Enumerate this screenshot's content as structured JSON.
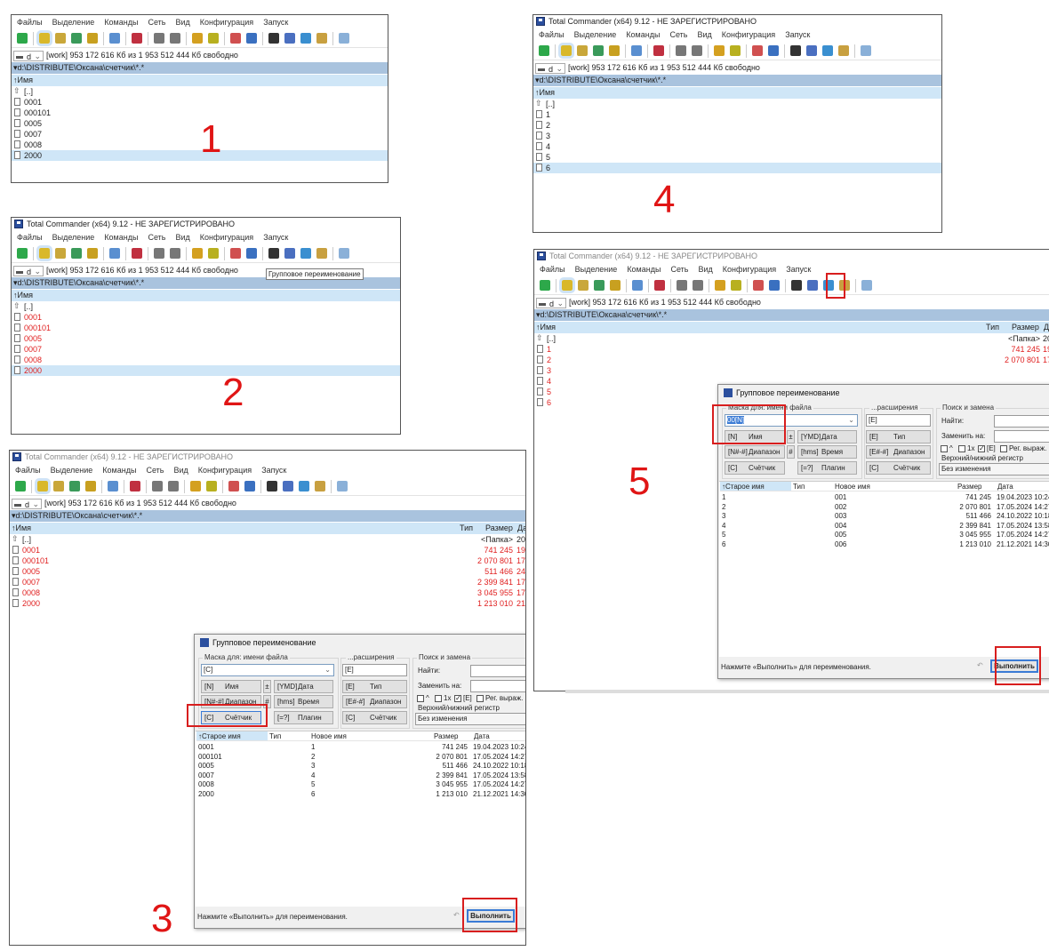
{
  "app_title": "Total Commander (x64) 9.12 - НЕ ЗАРЕГИСТРИРОВАНО",
  "menu": [
    "Файлы",
    "Выделение",
    "Команды",
    "Сеть",
    "Вид",
    "Конфигурация",
    "Запуск"
  ],
  "toolbar_icons": [
    "refresh-icon",
    "|",
    "brief-view-icon",
    "detailed-view-icon",
    "thumbnails-icon",
    "tree-view-icon",
    "|",
    "compare-icon",
    "|",
    "select-icon",
    "|",
    "back-arrow-icon",
    "forward-arrow-icon",
    "|",
    "pack-icon",
    "unpack-icon",
    "|",
    "ftp-icon",
    "url-icon",
    "|",
    "search-binoculars-icon",
    "multi-rename-icon",
    "sync-dirs-icon",
    "copy-names-icon",
    "|",
    "notepad-icon"
  ],
  "drive": {
    "letter": "d",
    "info": "[work]  953 172 616 Кб из 1 953 512 444 Кб свободно"
  },
  "path": "d:\\DISTRIBUTE\\Оксана\\счетчик\\*.*",
  "columns": {
    "name": "↑Имя",
    "type": "Тип",
    "size": "Размер",
    "date": "Да"
  },
  "parent_dir": "[..]",
  "tooltip": "Групповое переименование",
  "panels": [
    {
      "label": "1",
      "selected": 6,
      "files": [
        {
          "name": "0001"
        },
        {
          "name": "000101"
        },
        {
          "name": "0005"
        },
        {
          "name": "0007"
        },
        {
          "name": "0008"
        },
        {
          "name": "2000"
        }
      ]
    },
    {
      "label": "2",
      "selected": 6,
      "files": [
        {
          "name": "0001"
        },
        {
          "name": "000101"
        },
        {
          "name": "0005"
        },
        {
          "name": "0007"
        },
        {
          "name": "0008"
        },
        {
          "name": "2000"
        }
      ]
    },
    {
      "label": "3",
      "selected": -1,
      "parent_size": "<Папка>",
      "parent_date": "20.",
      "files": [
        {
          "name": "0001",
          "size": "741 245",
          "date": "19."
        },
        {
          "name": "000101",
          "size": "2 070 801",
          "date": "17."
        },
        {
          "name": "0005",
          "size": "511 466",
          "date": "24."
        },
        {
          "name": "0007",
          "size": "2 399 841",
          "date": "17."
        },
        {
          "name": "0008",
          "size": "3 045 955",
          "date": "17."
        },
        {
          "name": "2000",
          "size": "1 213 010",
          "date": "21."
        }
      ]
    },
    {
      "label": "4",
      "selected": 6,
      "files": [
        {
          "name": "1"
        },
        {
          "name": "2"
        },
        {
          "name": "3"
        },
        {
          "name": "4"
        },
        {
          "name": "5"
        },
        {
          "name": "6"
        }
      ]
    },
    {
      "label": "5",
      "selected": -1,
      "parent_size": "<Папка>",
      "parent_date": "20",
      "files": [
        {
          "name": "1",
          "size": "741 245",
          "date": "19"
        },
        {
          "name": "2",
          "size": "2 070 801",
          "date": "17"
        },
        {
          "name": "3"
        },
        {
          "name": "4"
        },
        {
          "name": "5"
        },
        {
          "name": "6"
        }
      ]
    }
  ],
  "dialog_common": {
    "title": "Групповое переименование",
    "mask_label": "Маска для: имени файла",
    "ext_label": "...расширения",
    "ext_value": "[E]",
    "search_label": "Поиск и замена",
    "find_label": "Найти:",
    "replace_label": "Заменить на:",
    "checkboxes": [
      {
        "label": "^",
        "checked": false
      },
      {
        "label": "1x",
        "checked": false
      },
      {
        "label": "[E]",
        "checked": true
      },
      {
        "label": "Рег. выраж.",
        "checked": false
      }
    ],
    "case_label": "Верхний/нижний регистр",
    "case_value": "Без изменения",
    "plus_minus": "±",
    "hash": "#",
    "buttons": {
      "name": [
        "[N]",
        "Имя"
      ],
      "date": [
        "[YMD]",
        "Дата"
      ],
      "range": [
        "[N#-#]",
        "Диапазон"
      ],
      "time": [
        "[hms]",
        "Время"
      ],
      "counter": [
        "[C]",
        "Счётчик"
      ],
      "plugin": [
        "[=?]",
        "Плагин"
      ],
      "ext_type": [
        "[E]",
        "Тип"
      ],
      "ext_range": [
        "[E#-#]",
        "Диапазон"
      ],
      "ext_counter": [
        "[C]",
        "Счётчик"
      ]
    },
    "list_headers": [
      "↑Старое имя",
      "Тип",
      "Новое имя",
      "Размер",
      "Дата"
    ],
    "footer_text": "Нажмите «Выполнить» для переименования.",
    "run_label": "Выполнить"
  },
  "dialogs": [
    {
      "mask_value": "[C]",
      "rows": [
        [
          "0001",
          "",
          "1",
          "741 245",
          "19.04.2023 10:24:"
        ],
        [
          "000101",
          "",
          "2",
          "2 070 801",
          "17.05.2024 14:27:"
        ],
        [
          "0005",
          "",
          "3",
          "511 466",
          "24.10.2022 10:18:"
        ],
        [
          "0007",
          "",
          "4",
          "2 399 841",
          "17.05.2024 13:58:"
        ],
        [
          "0008",
          "",
          "5",
          "3 045 955",
          "17.05.2024 14:27:"
        ],
        [
          "2000",
          "",
          "6",
          "1 213 010",
          "21.12.2021 14:30:"
        ]
      ]
    },
    {
      "mask_value": "00[N]",
      "rows": [
        [
          "1",
          "",
          "001",
          "741 245",
          "19.04.2023 10:24:"
        ],
        [
          "2",
          "",
          "002",
          "2 070 801",
          "17.05.2024 14:27:"
        ],
        [
          "3",
          "",
          "003",
          "511 466",
          "24.10.2022 10:18:"
        ],
        [
          "4",
          "",
          "004",
          "2 399 841",
          "17.05.2024 13:58:"
        ],
        [
          "5",
          "",
          "005",
          "3 045 955",
          "17.05.2024 14:27:"
        ],
        [
          "6",
          "",
          "006",
          "1 213 010",
          "21.12.2021 14:30:"
        ]
      ]
    }
  ],
  "colors": {
    "accent_red": "#e01515",
    "selection": "#cfe6f7",
    "path_bar": "#a9c3de"
  }
}
